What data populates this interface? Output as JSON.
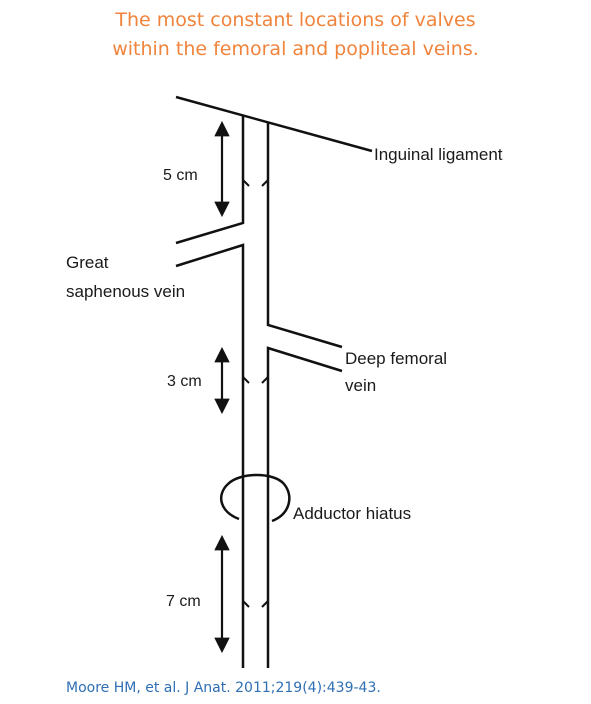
{
  "title": {
    "line1": "The most constant locations of valves",
    "line2": "within the femoral and popliteal veins."
  },
  "labels": {
    "inguinal_ligament": "Inguinal ligament",
    "great_saphenous_vein": [
      "Great",
      "saphenous vein"
    ],
    "deep_femoral_vein": [
      "Deep femoral",
      "vein"
    ],
    "adductor_hiatus": "Adductor hiatus"
  },
  "distances": {
    "upper": "5 cm",
    "middle": "3 cm",
    "lower": "7 cm"
  },
  "citation": "Moore HM, et al. J Anat. 2011;219(4):439-43.",
  "colors": {
    "title": "#f0843c",
    "citation": "#2f6fb4",
    "line": "#111111"
  }
}
